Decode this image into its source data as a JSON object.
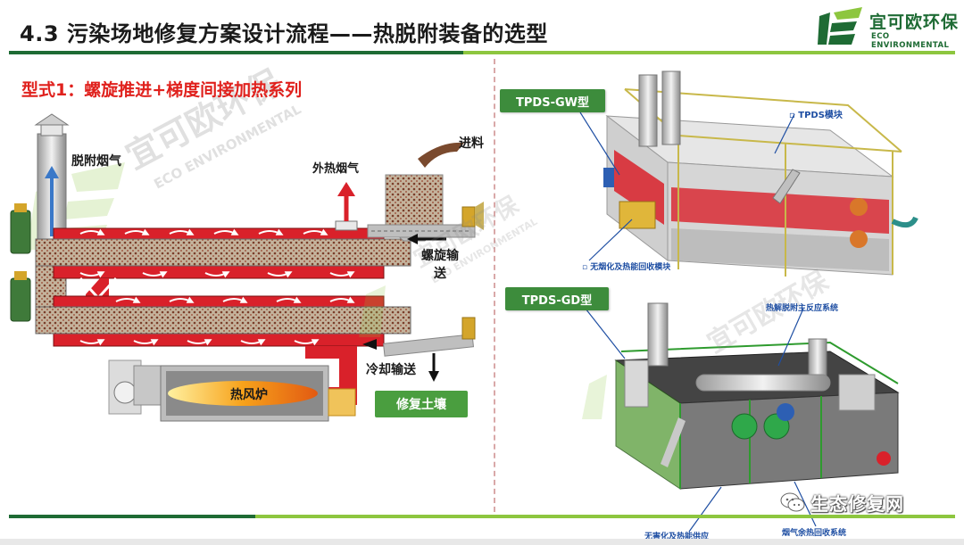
{
  "header": {
    "title": "4.3 污染场地修复方案设计流程——热脱附装备的选型"
  },
  "logo": {
    "name_cn": "宜可欧环保",
    "name_en": "ECO ENVIRONMENTAL",
    "brand_color": "#1e6b34",
    "accent_color": "#8dc63f"
  },
  "left": {
    "section_title": "型式1：螺旋推进+梯度间接加热系列",
    "labels": {
      "desorption_gas": "脱附烟气",
      "external_gas": "外热烟气",
      "feed": "进料",
      "screw_transport_1": "螺旋输",
      "screw_transport_2": "送",
      "cooling_transport": "冷却输送",
      "furnace": "热风炉",
      "repaired_soil": "修复土壤"
    }
  },
  "right": {
    "model_gw": "TPDS-GW型",
    "model_gd": "TPDS-GD型",
    "notes": {
      "tpds_module": "TPDS模块",
      "smokeless_module": "无烟化及热能回收模块",
      "main_reaction": "热解脱附主反应系统",
      "harmless_supply": "无害化及热能供应",
      "heat_recovery": "烟气余热回收系统"
    }
  },
  "watermark": {
    "name_cn": "宜可欧环保",
    "name_en": "ECO ENVIRONMENTAL"
  },
  "footer": {
    "wechat_label": "生态修复网"
  }
}
